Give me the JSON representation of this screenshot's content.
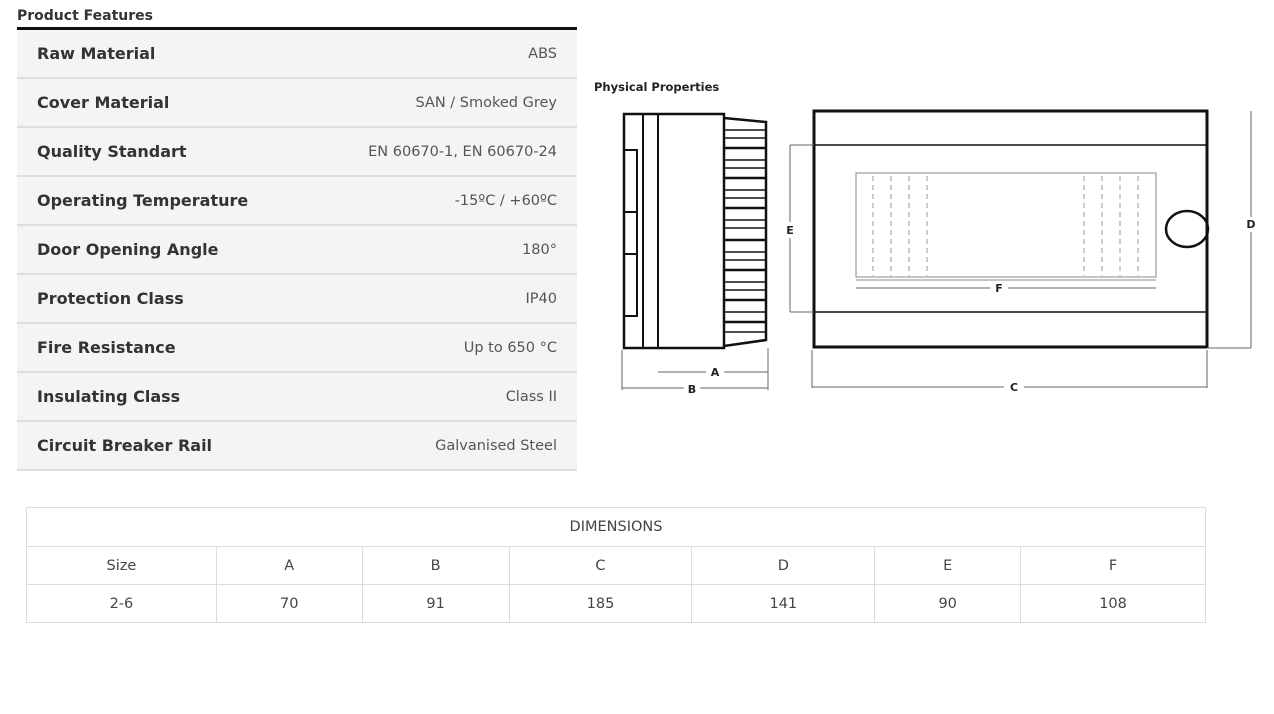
{
  "features": {
    "title": "Product Features",
    "rows": [
      {
        "label": "Raw Material",
        "value": "ABS"
      },
      {
        "label": "Cover Material",
        "value": "SAN / Smoked Grey"
      },
      {
        "label": "Quality Standart",
        "value": "EN 60670-1, EN 60670-24"
      },
      {
        "label": "Operating Temperature",
        "value": "-15ºC / +60ºC"
      },
      {
        "label": "Door Opening Angle",
        "value": "180°"
      },
      {
        "label": "Protection Class",
        "value": "IP40"
      },
      {
        "label": "Fire Resistance",
        "value": "Up to 650 °C"
      },
      {
        "label": "Insulating Class",
        "value": "Class II"
      },
      {
        "label": "Circuit Breaker Rail",
        "value": "Galvanised Steel"
      }
    ]
  },
  "physical": {
    "title": "Physical Properties",
    "labels": {
      "a": "A",
      "b": "B",
      "c": "C",
      "d": "D",
      "e": "E",
      "f": "F"
    }
  },
  "dimensions": {
    "caption": "DIMENSIONS",
    "headers": [
      "Size",
      "A",
      "B",
      "C",
      "D",
      "E",
      "F"
    ],
    "values": [
      "2-6",
      "70",
      "91",
      "185",
      "141",
      "90",
      "108"
    ]
  }
}
